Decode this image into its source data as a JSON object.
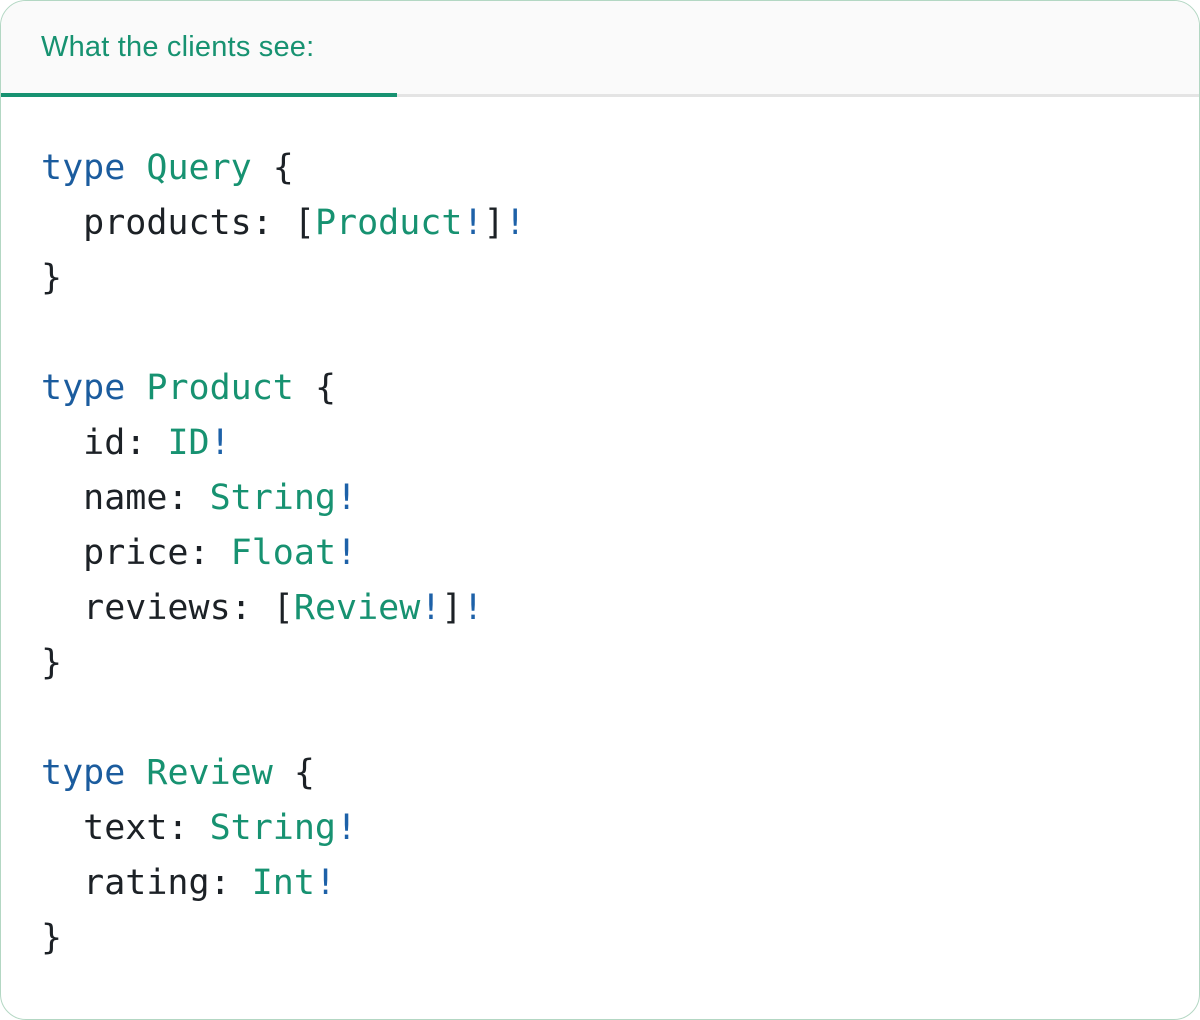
{
  "card": {
    "tab": {
      "label": "What the clients see:",
      "active": true
    },
    "code": {
      "language": "graphql",
      "lines": [
        [
          {
            "t": "type",
            "c": "kw"
          },
          {
            "t": " ",
            "c": "p"
          },
          {
            "t": "Query",
            "c": "ty"
          },
          {
            "t": " {",
            "c": "p"
          }
        ],
        [
          {
            "t": "  products: [",
            "c": "p"
          },
          {
            "t": "Product",
            "c": "ty"
          },
          {
            "t": "!",
            "c": "bang"
          },
          {
            "t": "]",
            "c": "p"
          },
          {
            "t": "!",
            "c": "bang"
          }
        ],
        [
          {
            "t": "}",
            "c": "p"
          }
        ],
        [],
        [
          {
            "t": "type",
            "c": "kw"
          },
          {
            "t": " ",
            "c": "p"
          },
          {
            "t": "Product",
            "c": "ty"
          },
          {
            "t": " {",
            "c": "p"
          }
        ],
        [
          {
            "t": "  id: ",
            "c": "p"
          },
          {
            "t": "ID",
            "c": "ty"
          },
          {
            "t": "!",
            "c": "bang"
          }
        ],
        [
          {
            "t": "  name: ",
            "c": "p"
          },
          {
            "t": "String",
            "c": "ty"
          },
          {
            "t": "!",
            "c": "bang"
          }
        ],
        [
          {
            "t": "  price: ",
            "c": "p"
          },
          {
            "t": "Float",
            "c": "ty"
          },
          {
            "t": "!",
            "c": "bang"
          }
        ],
        [
          {
            "t": "  reviews: [",
            "c": "p"
          },
          {
            "t": "Review",
            "c": "ty"
          },
          {
            "t": "!",
            "c": "bang"
          },
          {
            "t": "]",
            "c": "p"
          },
          {
            "t": "!",
            "c": "bang"
          }
        ],
        [
          {
            "t": "}",
            "c": "p"
          }
        ],
        [],
        [
          {
            "t": "type",
            "c": "kw"
          },
          {
            "t": " ",
            "c": "p"
          },
          {
            "t": "Review",
            "c": "ty"
          },
          {
            "t": " {",
            "c": "p"
          }
        ],
        [
          {
            "t": "  text: ",
            "c": "p"
          },
          {
            "t": "String",
            "c": "ty"
          },
          {
            "t": "!",
            "c": "bang"
          }
        ],
        [
          {
            "t": "  rating: ",
            "c": "p"
          },
          {
            "t": "Int",
            "c": "ty"
          },
          {
            "t": "!",
            "c": "bang"
          }
        ],
        [
          {
            "t": "}",
            "c": "p"
          }
        ]
      ]
    }
  },
  "colors": {
    "accent_teal": "#179271",
    "code_type_teal": "#179271",
    "keyword_blue": "#1b5c9e",
    "bang_blue": "#1d61a8",
    "code_text": "#1c2126",
    "tab_track_gray": "#e4e4e4",
    "header_background": "#fafafa",
    "card_border_green": "#b3d7c3"
  }
}
